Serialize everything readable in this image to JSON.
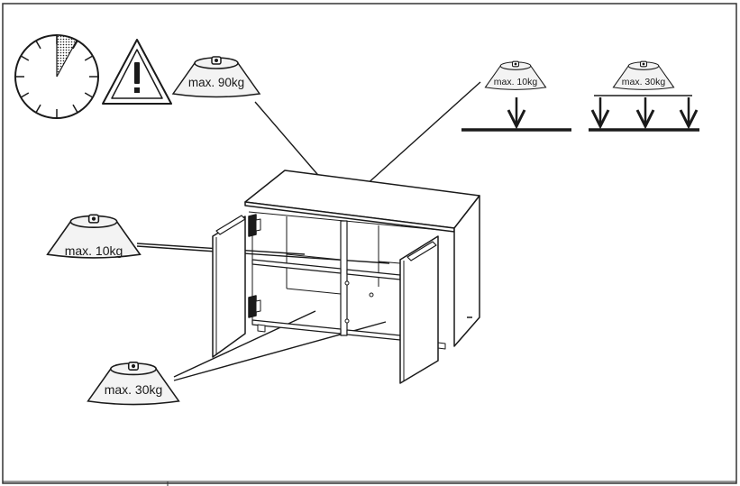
{
  "weights": {
    "top": "max. 90kg",
    "shelf": "max. 10kg",
    "bottom": "max. 30kg",
    "point_load": "max. 10kg",
    "distributed_load": "max. 30kg"
  },
  "icons": {
    "clock": "clock-icon",
    "warning": "warning-triangle-icon",
    "weight": "weight-icon"
  },
  "colors": {
    "line": "#1a1a1a",
    "background": "#ffffff",
    "weight_fill": "#f3f3f3"
  }
}
